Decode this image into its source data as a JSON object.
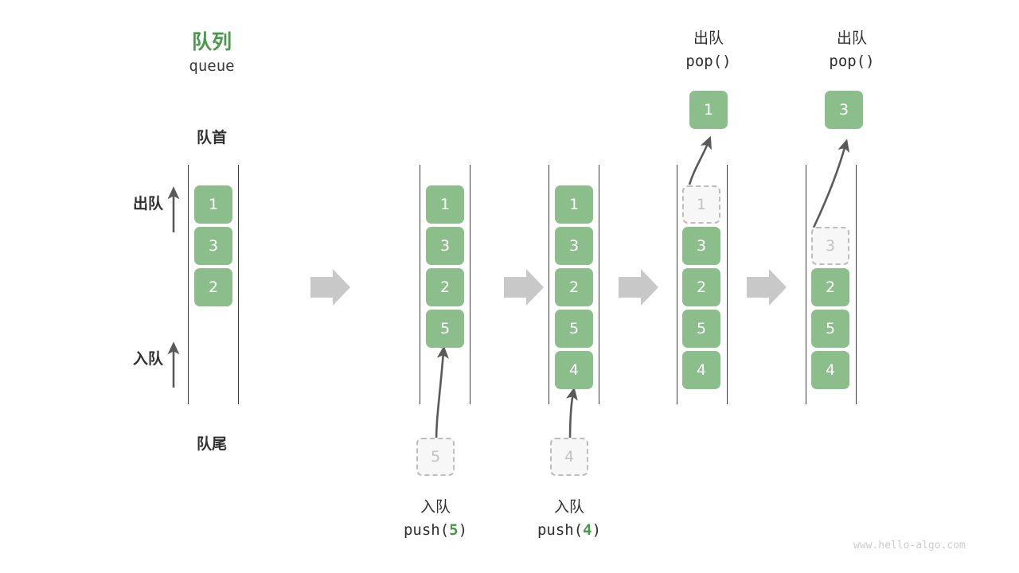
{
  "diagram": {
    "title_cn": "队列",
    "title_en": "queue",
    "front_label": "队首",
    "rear_label": "队尾",
    "dequeue_axis_label": "出队",
    "enqueue_axis_label": "入队",
    "watermark": "www.hello-algo.com",
    "colors": {
      "element_fill": "#8cbe8c",
      "element_text": "#ffffff",
      "ghost_fill": "#f7f7f7",
      "ghost_border": "#bdbdbd",
      "ghost_text": "#c2c2c2",
      "title_green": "#48994a",
      "rail": "#3c3c3c",
      "separator_arrow": "#c8c8c8",
      "thin_arrow": "#5a5a5a",
      "watermark": "#cccccc"
    }
  },
  "states": [
    {
      "id": "state-initial",
      "cells": [
        {
          "value": "1",
          "ghost": false
        },
        {
          "value": "3",
          "ghost": false
        },
        {
          "value": "2",
          "ghost": false
        }
      ],
      "incoming": null,
      "outgoing": null,
      "caption_cn": "",
      "caption_code": ""
    },
    {
      "id": "state-push-5",
      "cells": [
        {
          "value": "1",
          "ghost": false
        },
        {
          "value": "3",
          "ghost": false
        },
        {
          "value": "2",
          "ghost": false
        },
        {
          "value": "5",
          "ghost": false
        }
      ],
      "incoming": {
        "value": "5"
      },
      "outgoing": null,
      "caption_cn": "入队",
      "caption_code_pre": "push(",
      "caption_code_num": "5",
      "caption_code_post": ")"
    },
    {
      "id": "state-push-4",
      "cells": [
        {
          "value": "1",
          "ghost": false
        },
        {
          "value": "3",
          "ghost": false
        },
        {
          "value": "2",
          "ghost": false
        },
        {
          "value": "5",
          "ghost": false
        },
        {
          "value": "4",
          "ghost": false
        }
      ],
      "incoming": {
        "value": "4"
      },
      "outgoing": null,
      "caption_cn": "入队",
      "caption_code_pre": "push(",
      "caption_code_num": "4",
      "caption_code_post": ")"
    },
    {
      "id": "state-pop-1",
      "cells": [
        {
          "value": "1",
          "ghost": true
        },
        {
          "value": "3",
          "ghost": false
        },
        {
          "value": "2",
          "ghost": false
        },
        {
          "value": "5",
          "ghost": false
        },
        {
          "value": "4",
          "ghost": false
        }
      ],
      "incoming": null,
      "outgoing": {
        "value": "1"
      },
      "header_cn": "出队",
      "header_code": "pop()"
    },
    {
      "id": "state-pop-3",
      "cells": [
        {
          "value": "",
          "ghost": false,
          "empty": true
        },
        {
          "value": "3",
          "ghost": true
        },
        {
          "value": "2",
          "ghost": false
        },
        {
          "value": "5",
          "ghost": false
        },
        {
          "value": "4",
          "ghost": false
        }
      ],
      "incoming": null,
      "outgoing": {
        "value": "3"
      },
      "header_cn": "出队",
      "header_code": "pop()"
    }
  ]
}
